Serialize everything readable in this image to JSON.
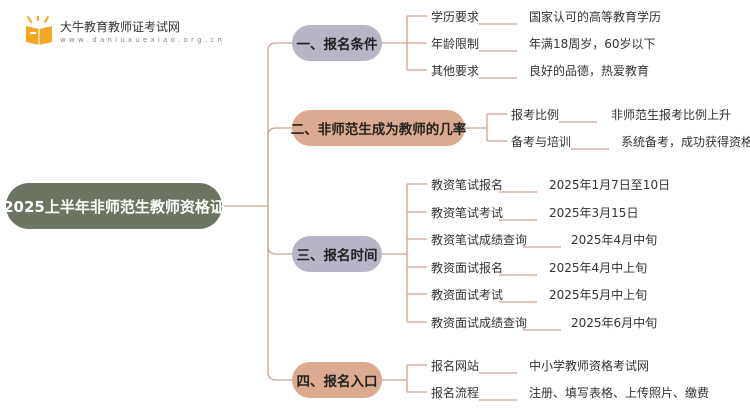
{
  "header": {
    "site_name": "大牛教育教师证考试网",
    "site_url": "w w w . d a n i u x u e x i a o . o r g . c n"
  },
  "root": {
    "label": "2025上半年非师范生教师资格证"
  },
  "branches": [
    {
      "label": "一、报名条件",
      "items": [
        {
          "key": "学历要求",
          "value": "国家认可的高等教育学历"
        },
        {
          "key": "年龄限制",
          "value": "年满18周岁，60岁以下"
        },
        {
          "key": "其他要求",
          "value": "良好的品德，热爱教育"
        }
      ]
    },
    {
      "label": "二、非师范生成为教师的几率",
      "items": [
        {
          "key": "报考比例",
          "value": "非师范生报考比例上升"
        },
        {
          "key": "备考与培训",
          "value": "系统备考，成功获得资格"
        }
      ]
    },
    {
      "label": "三、报名时间",
      "items": [
        {
          "key": "教资笔试报名",
          "value": "2025年1月7日至10日"
        },
        {
          "key": "教资笔试考试",
          "value": "2025年3月15日"
        },
        {
          "key": "教资笔试成绩查询",
          "value": "2025年4月中旬"
        },
        {
          "key": "教资面试报名",
          "value": "2025年4月中上旬"
        },
        {
          "key": "教资面试考试",
          "value": "2025年5月中上旬"
        },
        {
          "key": "教资面试成绩查询",
          "value": "2025年6月中旬"
        }
      ]
    },
    {
      "label": "四、报名入口",
      "items": [
        {
          "key": "报名网站",
          "value": "中小学教师资格考试网"
        },
        {
          "key": "报名流程",
          "value": "注册、填写表格、上传照片、缴费"
        }
      ]
    }
  ],
  "colors": {
    "root": "#6b7561",
    "branch_purple": "#b8b5c7",
    "branch_tan": "#dcaa90",
    "line": "#c9a48e",
    "logo_orange": "#f5a623"
  }
}
